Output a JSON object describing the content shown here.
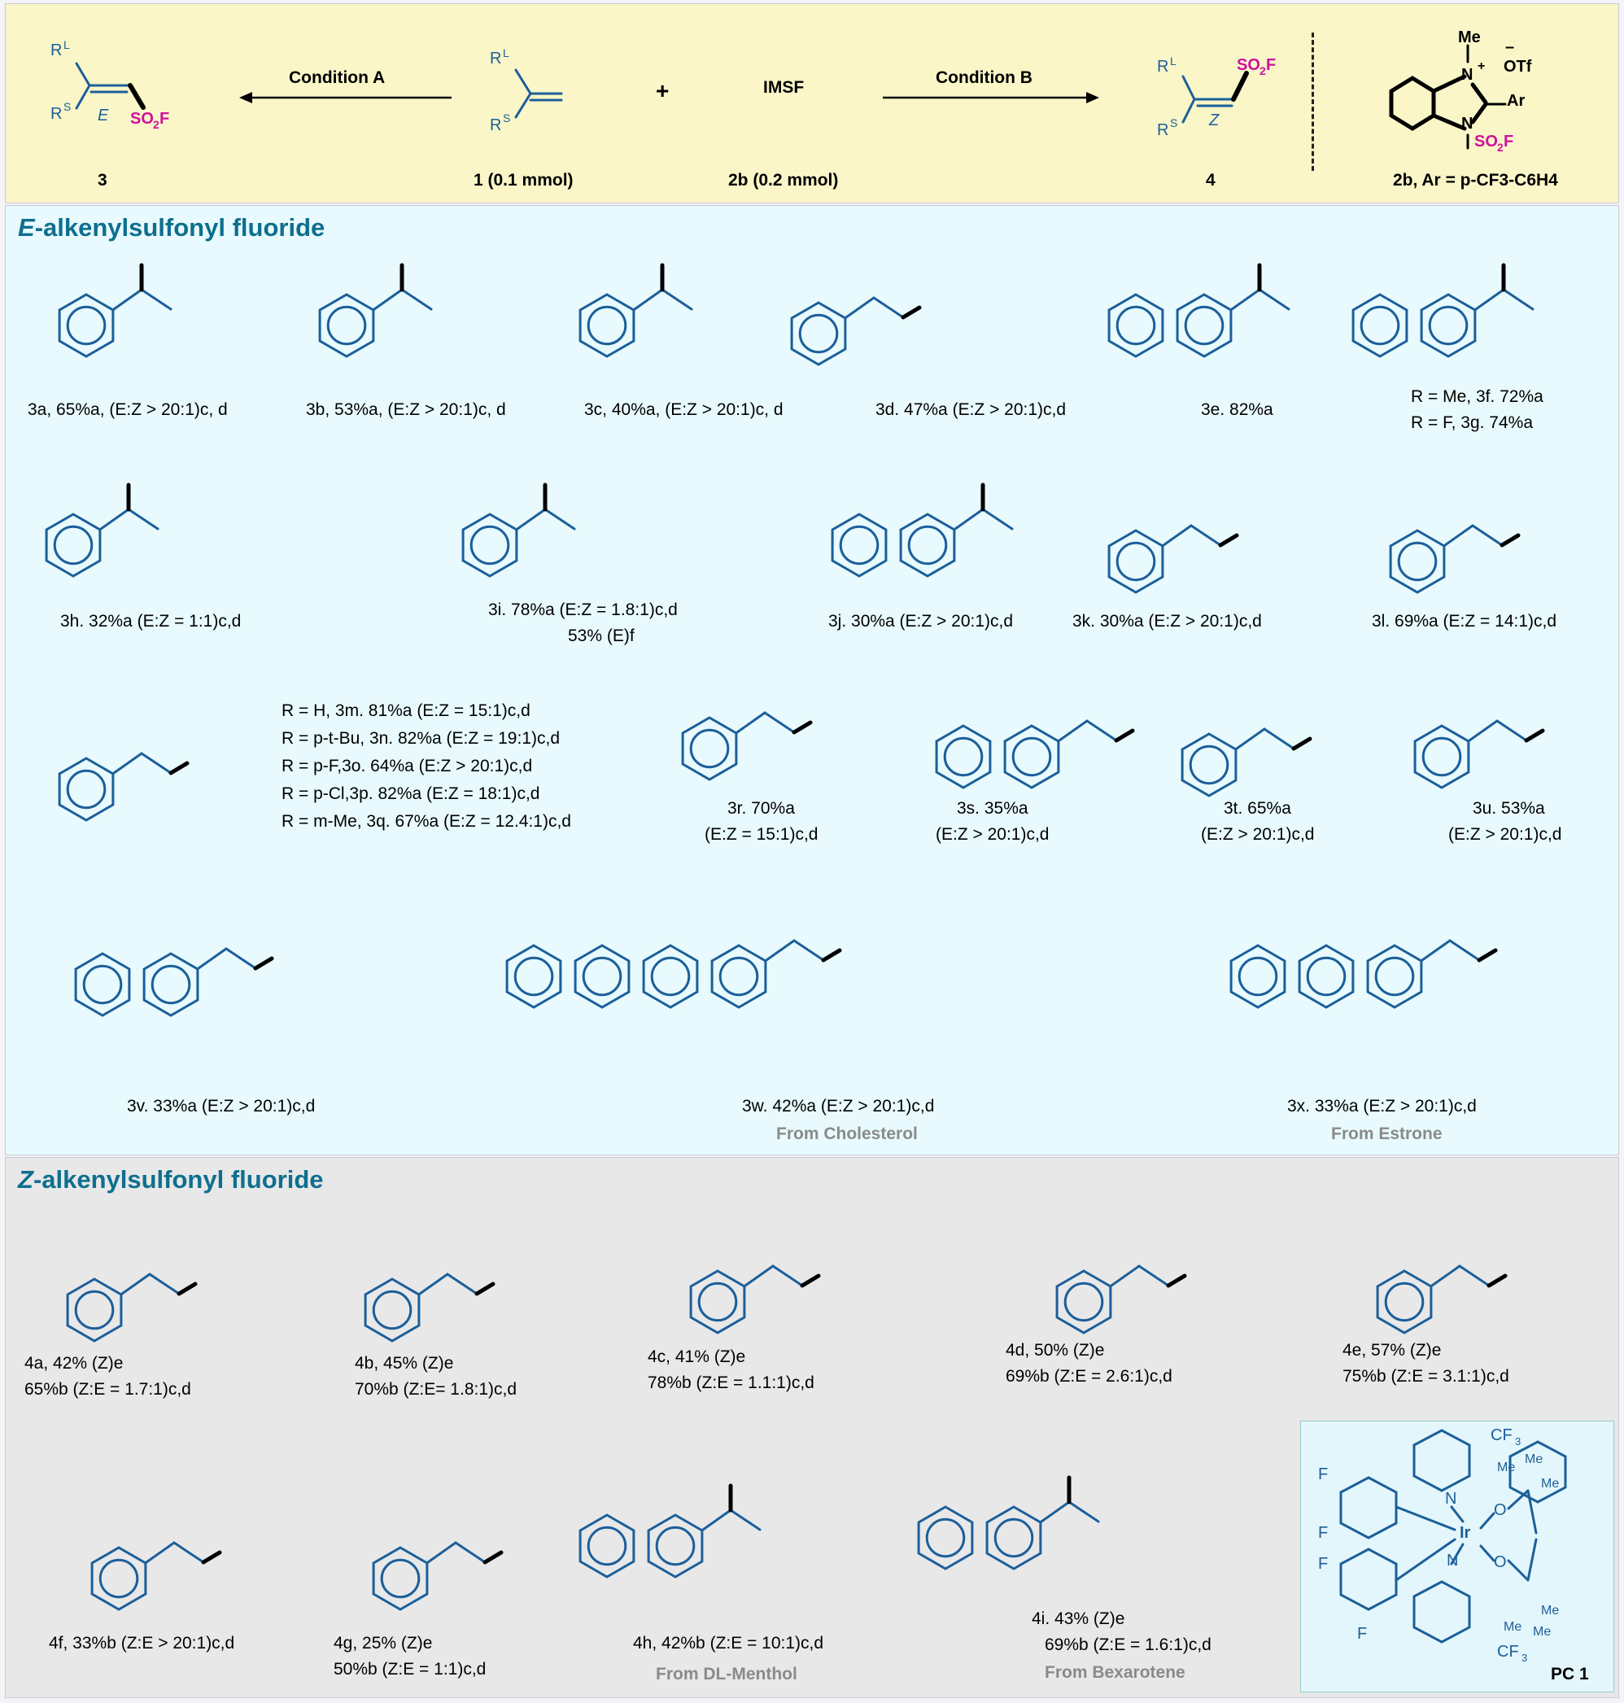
{
  "header": {
    "condition_a": "Condition A",
    "condition_b": "Condition B",
    "reagent": "IMSF",
    "plus": "+",
    "label_3": "3",
    "label_1": "1 (0.1 mmol)",
    "label_2b": "2b (0.2 mmol)",
    "label_4": "4",
    "label_2b_def": "2b, Ar = p-CF3-C6H4",
    "e_tag": "E",
    "z_tag": "Z"
  },
  "sections": {
    "e_title_italic": "E",
    "e_title_rest": "-alkenylsulfonyl fluoride",
    "z_title_italic": "Z",
    "z_title_rest": "-alkenylsulfonyl fluoride"
  },
  "e_products": [
    {
      "id": "3a",
      "text": "3a, 65%a, (E:Z > 20:1)c, d"
    },
    {
      "id": "3b",
      "text": "3b, 53%a, (E:Z > 20:1)c, d"
    },
    {
      "id": "3c",
      "text": "3c, 40%a, (E:Z > 20:1)c, d"
    },
    {
      "id": "3d",
      "text": "3d. 47%a (E:Z > 20:1)c,d"
    },
    {
      "id": "3e",
      "text": "3e. 82%a"
    },
    {
      "id": "3f",
      "text": "R = Me, 3f. 72%a"
    },
    {
      "id": "3g",
      "text": "R = F, 3g. 74%a"
    },
    {
      "id": "3h",
      "text": "3h. 32%a (E:Z = 1:1)c,d"
    },
    {
      "id": "3i",
      "text": "3i. 78%a (E:Z = 1.8:1)c,d"
    },
    {
      "id": "3i2",
      "text": "53% (E)f"
    },
    {
      "id": "3j",
      "text": "3j. 30%a (E:Z > 20:1)c,d"
    },
    {
      "id": "3k",
      "text": "3k. 30%a (E:Z > 20:1)c,d"
    },
    {
      "id": "3l",
      "text": "3l. 69%a (E:Z = 14:1)c,d"
    },
    {
      "id": "3m",
      "text": "R = H, 3m. 81%a (E:Z = 15:1)c,d"
    },
    {
      "id": "3n",
      "text": "R = p-t-Bu, 3n. 82%a (E:Z = 19:1)c,d"
    },
    {
      "id": "3o",
      "text": "R = p-F,3o.  64%a (E:Z > 20:1)c,d"
    },
    {
      "id": "3p",
      "text": "R = p-Cl,3p. 82%a (E:Z = 18:1)c,d"
    },
    {
      "id": "3q",
      "text": "R = m-Me, 3q. 67%a (E:Z = 12.4:1)c,d"
    },
    {
      "id": "3r",
      "text": "3r. 70%a"
    },
    {
      "id": "3r2",
      "text": "(E:Z = 15:1)c,d"
    },
    {
      "id": "3s",
      "text": "3s. 35%a"
    },
    {
      "id": "3s2",
      "text": "(E:Z > 20:1)c,d"
    },
    {
      "id": "3t",
      "text": "3t. 65%a"
    },
    {
      "id": "3t2",
      "text": "(E:Z > 20:1)c,d"
    },
    {
      "id": "3u",
      "text": "3u. 53%a"
    },
    {
      "id": "3u2",
      "text": "(E:Z > 20:1)c,d"
    },
    {
      "id": "3v",
      "text": "3v. 33%a (E:Z > 20:1)c,d"
    },
    {
      "id": "3w",
      "text": "3w. 42%a (E:Z > 20:1)c,d"
    },
    {
      "id": "3x",
      "text": "3x. 33%a (E:Z > 20:1)c,d"
    }
  ],
  "e_sources": {
    "3w": "From Cholesterol",
    "3x": "From Estrone"
  },
  "z_products": [
    {
      "id": "4a",
      "text": "4a, 42% (Z)e"
    },
    {
      "id": "4a2",
      "text": "65%b (Z:E = 1.7:1)c,d"
    },
    {
      "id": "4b",
      "text": "4b, 45% (Z)e"
    },
    {
      "id": "4b2",
      "text": "70%b (Z:E= 1.8:1)c,d"
    },
    {
      "id": "4c",
      "text": "4c, 41% (Z)e"
    },
    {
      "id": "4c2",
      "text": "78%b (Z:E = 1.1:1)c,d"
    },
    {
      "id": "4d",
      "text": "4d, 50% (Z)e"
    },
    {
      "id": "4d2",
      "text": "69%b (Z:E = 2.6:1)c,d"
    },
    {
      "id": "4e",
      "text": "4e, 57% (Z)e"
    },
    {
      "id": "4e2",
      "text": "75%b (Z:E = 3.1:1)c,d"
    },
    {
      "id": "4f",
      "text": "4f, 33%b (Z:E > 20:1)c,d"
    },
    {
      "id": "4g",
      "text": "4g,  25% (Z)e"
    },
    {
      "id": "4g2",
      "text": "50%b (Z:E = 1:1)c,d"
    },
    {
      "id": "4h",
      "text": "4h, 42%b (Z:E = 10:1)c,d"
    },
    {
      "id": "4i",
      "text": "4i. 43% (Z)e"
    },
    {
      "id": "4i2",
      "text": "69%b (Z:E = 1.6:1)c,d"
    }
  ],
  "z_sources": {
    "4h": "From DL-Menthol",
    "4i": "From Bexarotene"
  },
  "photocatalyst": {
    "label": "PC 1"
  },
  "colors": {
    "blue": "#1c5f9a",
    "magenta": "#d0109f",
    "teal": "#0e6f8f",
    "grey": "#8a8a8a"
  }
}
